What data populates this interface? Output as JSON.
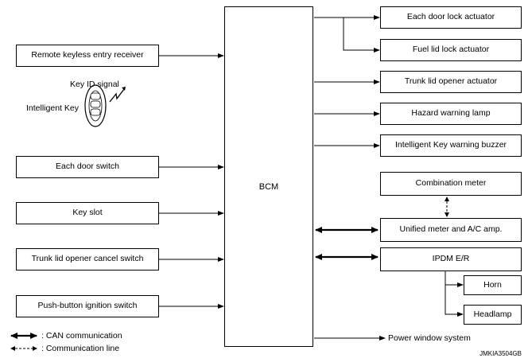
{
  "diagram": {
    "bcm_label": "BCM",
    "inputs": [
      "Remote keyless entry receiver",
      "Each door switch",
      "Key slot",
      "Trunk lid opener cancel switch",
      "Push-button ignition switch"
    ],
    "key_id_signal": "Key ID signal",
    "intelligent_key": "Intelligent Key",
    "outputs": [
      "Each door lock actuator",
      "Fuel lid lock actuator",
      "Trunk lid opener actuator",
      "Hazard warning lamp",
      "Intelligent Key warning buzzer",
      "Combination meter",
      "Unified meter and A/C amp.",
      "IPDM E/R",
      "Horn",
      "Headlamp"
    ],
    "power_window": "Power window system",
    "legend": {
      "can": ": CAN communication",
      "comm": ": Communication line"
    },
    "code": "JMKIA3504GB"
  }
}
